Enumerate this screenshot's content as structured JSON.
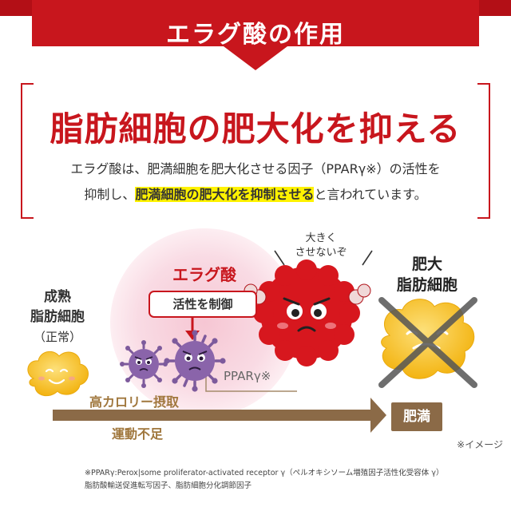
{
  "banner": {
    "title": "エラグ酸の作用"
  },
  "headline": "脂肪細胞の肥大化を抑える",
  "description": {
    "line1": "エラグ酸は、肥満細胞を肥大化させる因子（PPARγ※）の活性を",
    "line2_prefix": "抑制し、",
    "line2_highlight": "肥満細胞の肥大化を抑制させる",
    "line2_suffix": "と言われています。"
  },
  "diagram": {
    "mature_label_line1": "成熟",
    "mature_label_line2": "脂肪細胞",
    "mature_label_line3": "（正常）",
    "hyper_label_line1": "肥大",
    "hyper_label_line2": "脂肪細胞",
    "ellagic_label": "エラグ酸",
    "inhibit_label": "活性を制御",
    "bubble_line1": "大きく",
    "bubble_line2": "させないぞ",
    "ppar_label": "PPARγ※",
    "calorie_label": "高カロリー摂取",
    "exercise_label": "運動不足",
    "obesity_label": "肥満"
  },
  "notes": {
    "image_note": "※イメージ",
    "footnote_line1": "※PPARγ:Perox|some proliferator-activated receptor γ（ペルオキシソーム増殖因子活性化受容体 γ）",
    "footnote_line2": "脂肪酸輸送促進転写因子、脂肪細胞分化調節因子"
  },
  "colors": {
    "brand_red": "#c8161d",
    "arrow_brown": "#8b6a47",
    "label_brown": "#a0773d",
    "pink_glow": "#f9d9e2",
    "fat_yellow": "#f6c21a",
    "virus_purple": "#7d5a9c",
    "highlight": "#fff200"
  },
  "icons": [
    "banner-arrow",
    "virus-icon",
    "red-virus-mascot",
    "fat-cell-icon",
    "cross-mark-icon",
    "progress-arrow"
  ]
}
